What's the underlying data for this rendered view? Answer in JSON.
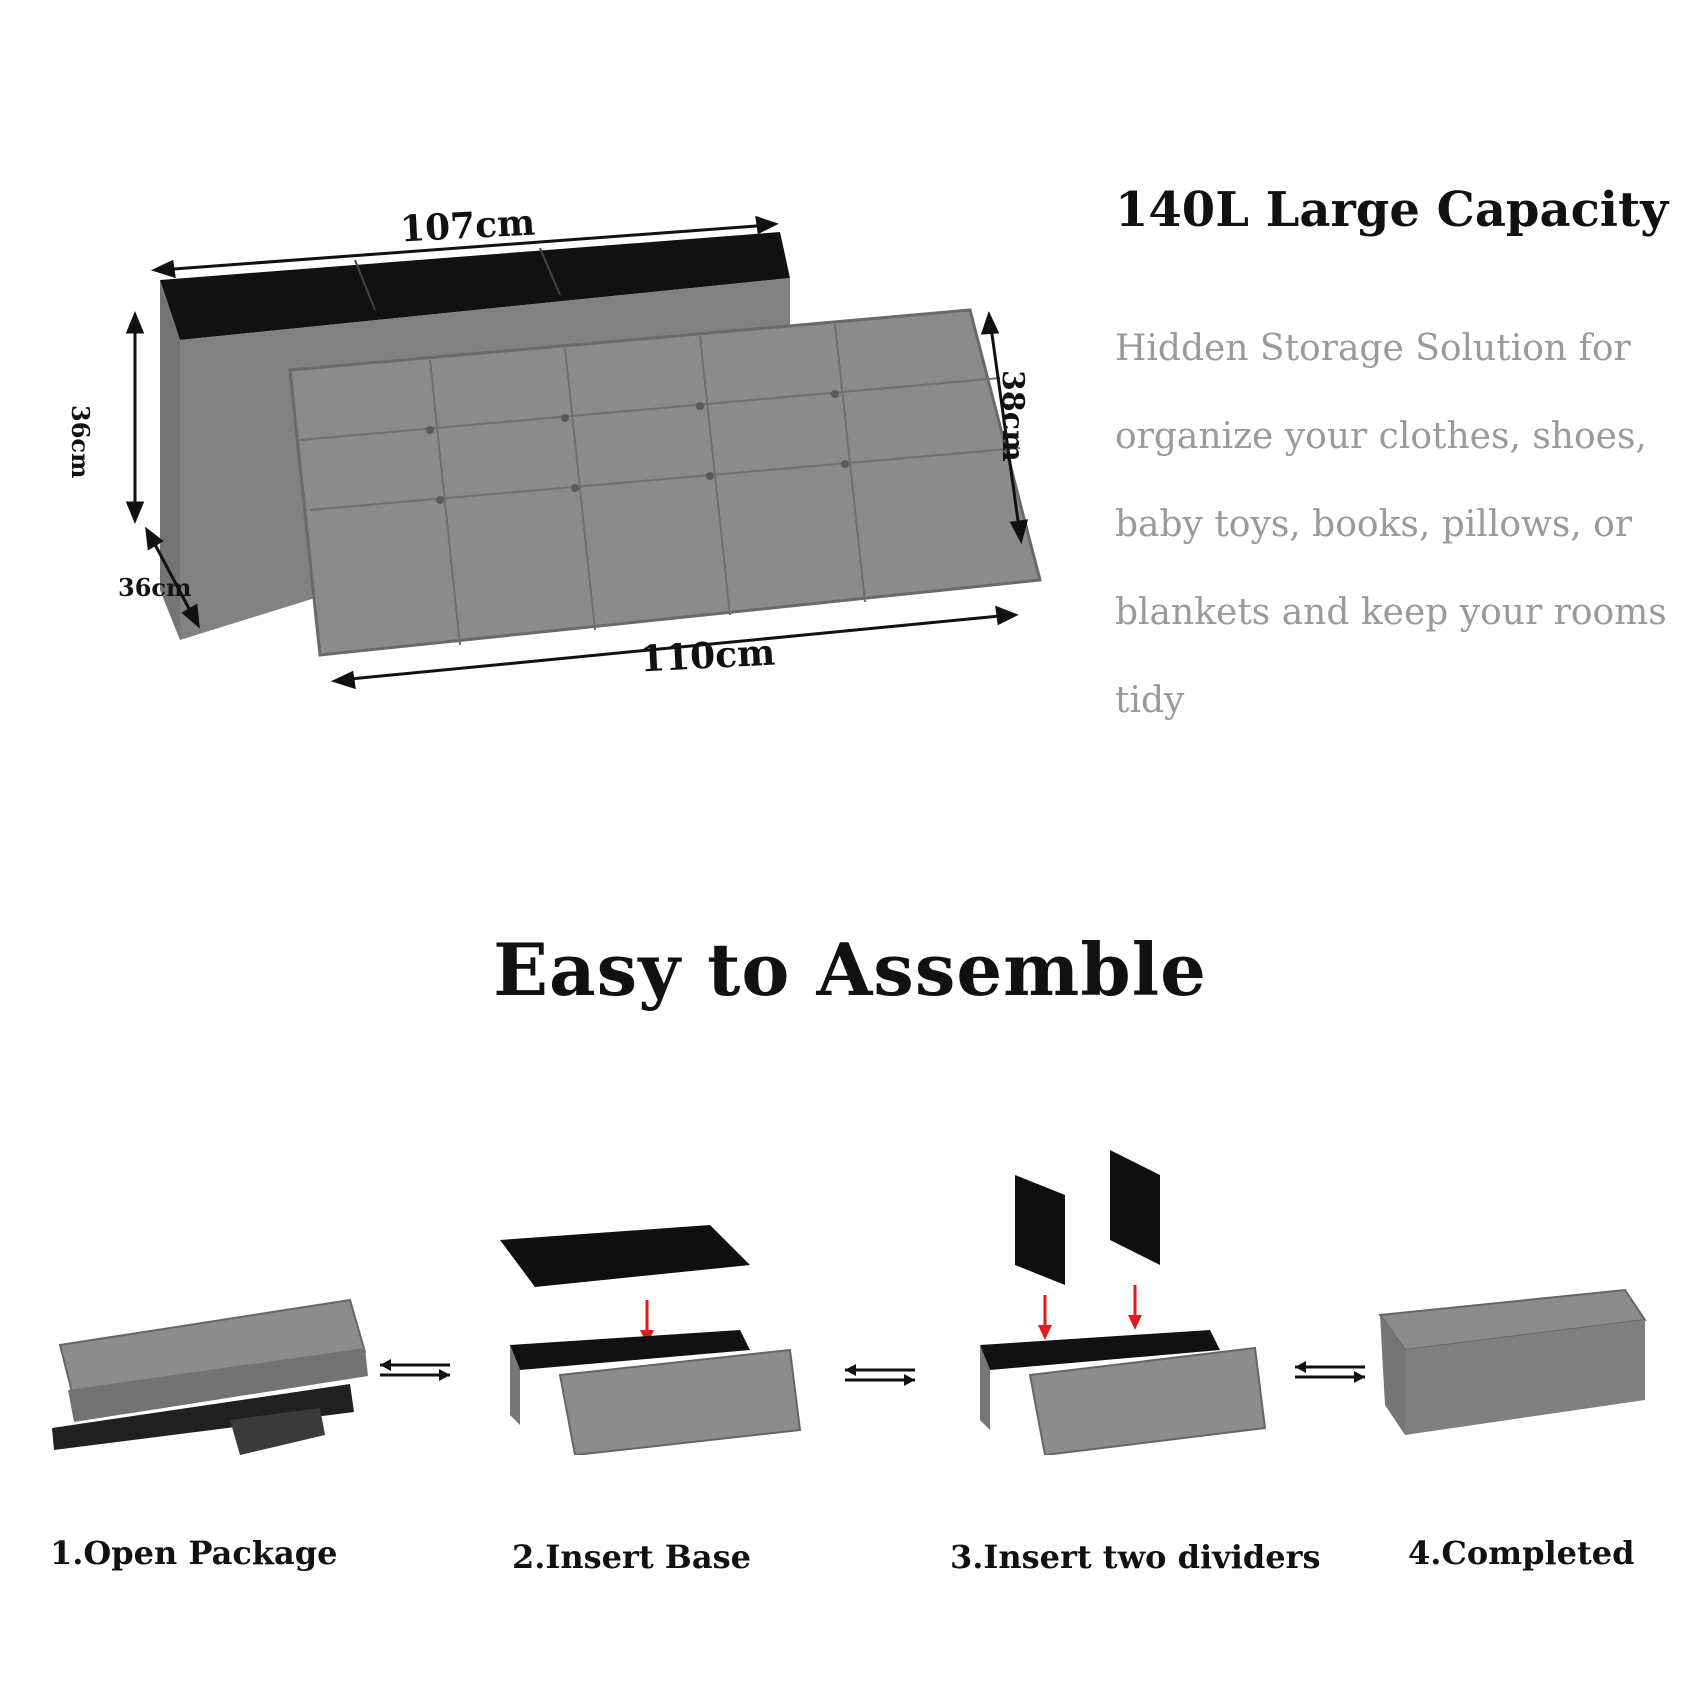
{
  "dimensions": {
    "top_length": "107cm",
    "bottom_length": "110cm",
    "left_height": "36cm",
    "right_height": "38cm",
    "depth": "36cm"
  },
  "capacity": {
    "title": "140L Large Capacity",
    "description": "Hidden Storage Solution for organize your clothes, shoes, baby toys, books, pillows, or blankets and keep your rooms tidy"
  },
  "assembly": {
    "title": "Easy to Assemble",
    "steps": [
      {
        "label": "1.Open Package"
      },
      {
        "label": "2.Insert Base"
      },
      {
        "label": "3.Insert two dividers"
      },
      {
        "label": "4.Completed"
      }
    ]
  },
  "colors": {
    "product_gray": "#7c7c7c",
    "product_dark": "#111111",
    "arrow_red": "#e21b1b",
    "desc_gray": "#9a9a9a"
  }
}
